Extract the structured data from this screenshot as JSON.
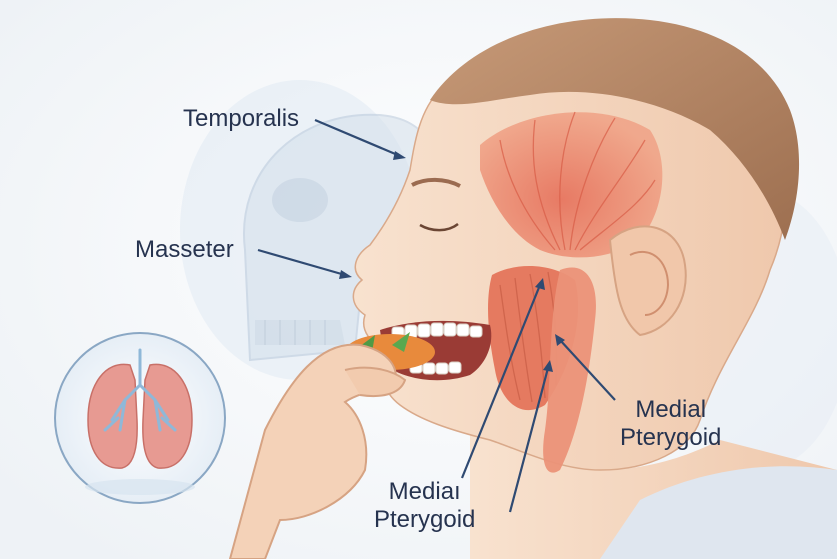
{
  "labels": {
    "temporalis": "Temporalis",
    "masseter": "Masseter",
    "medial_pterygoid_right": {
      "line1": "Medial",
      "line2": "Pterygoid"
    },
    "medial_pterygoid_left": {
      "line1": "Mediaı",
      "line2": "Pterygoid"
    }
  },
  "colors": {
    "label_text": "#26334f",
    "leader_line": "#2f4a72",
    "muscle": "#e8826a",
    "skin": "#f6dcc6",
    "hair": "#b9896a",
    "skull": "#c9d6e4",
    "lung": "#e79a92",
    "bronchi": "#8fb8d8"
  }
}
